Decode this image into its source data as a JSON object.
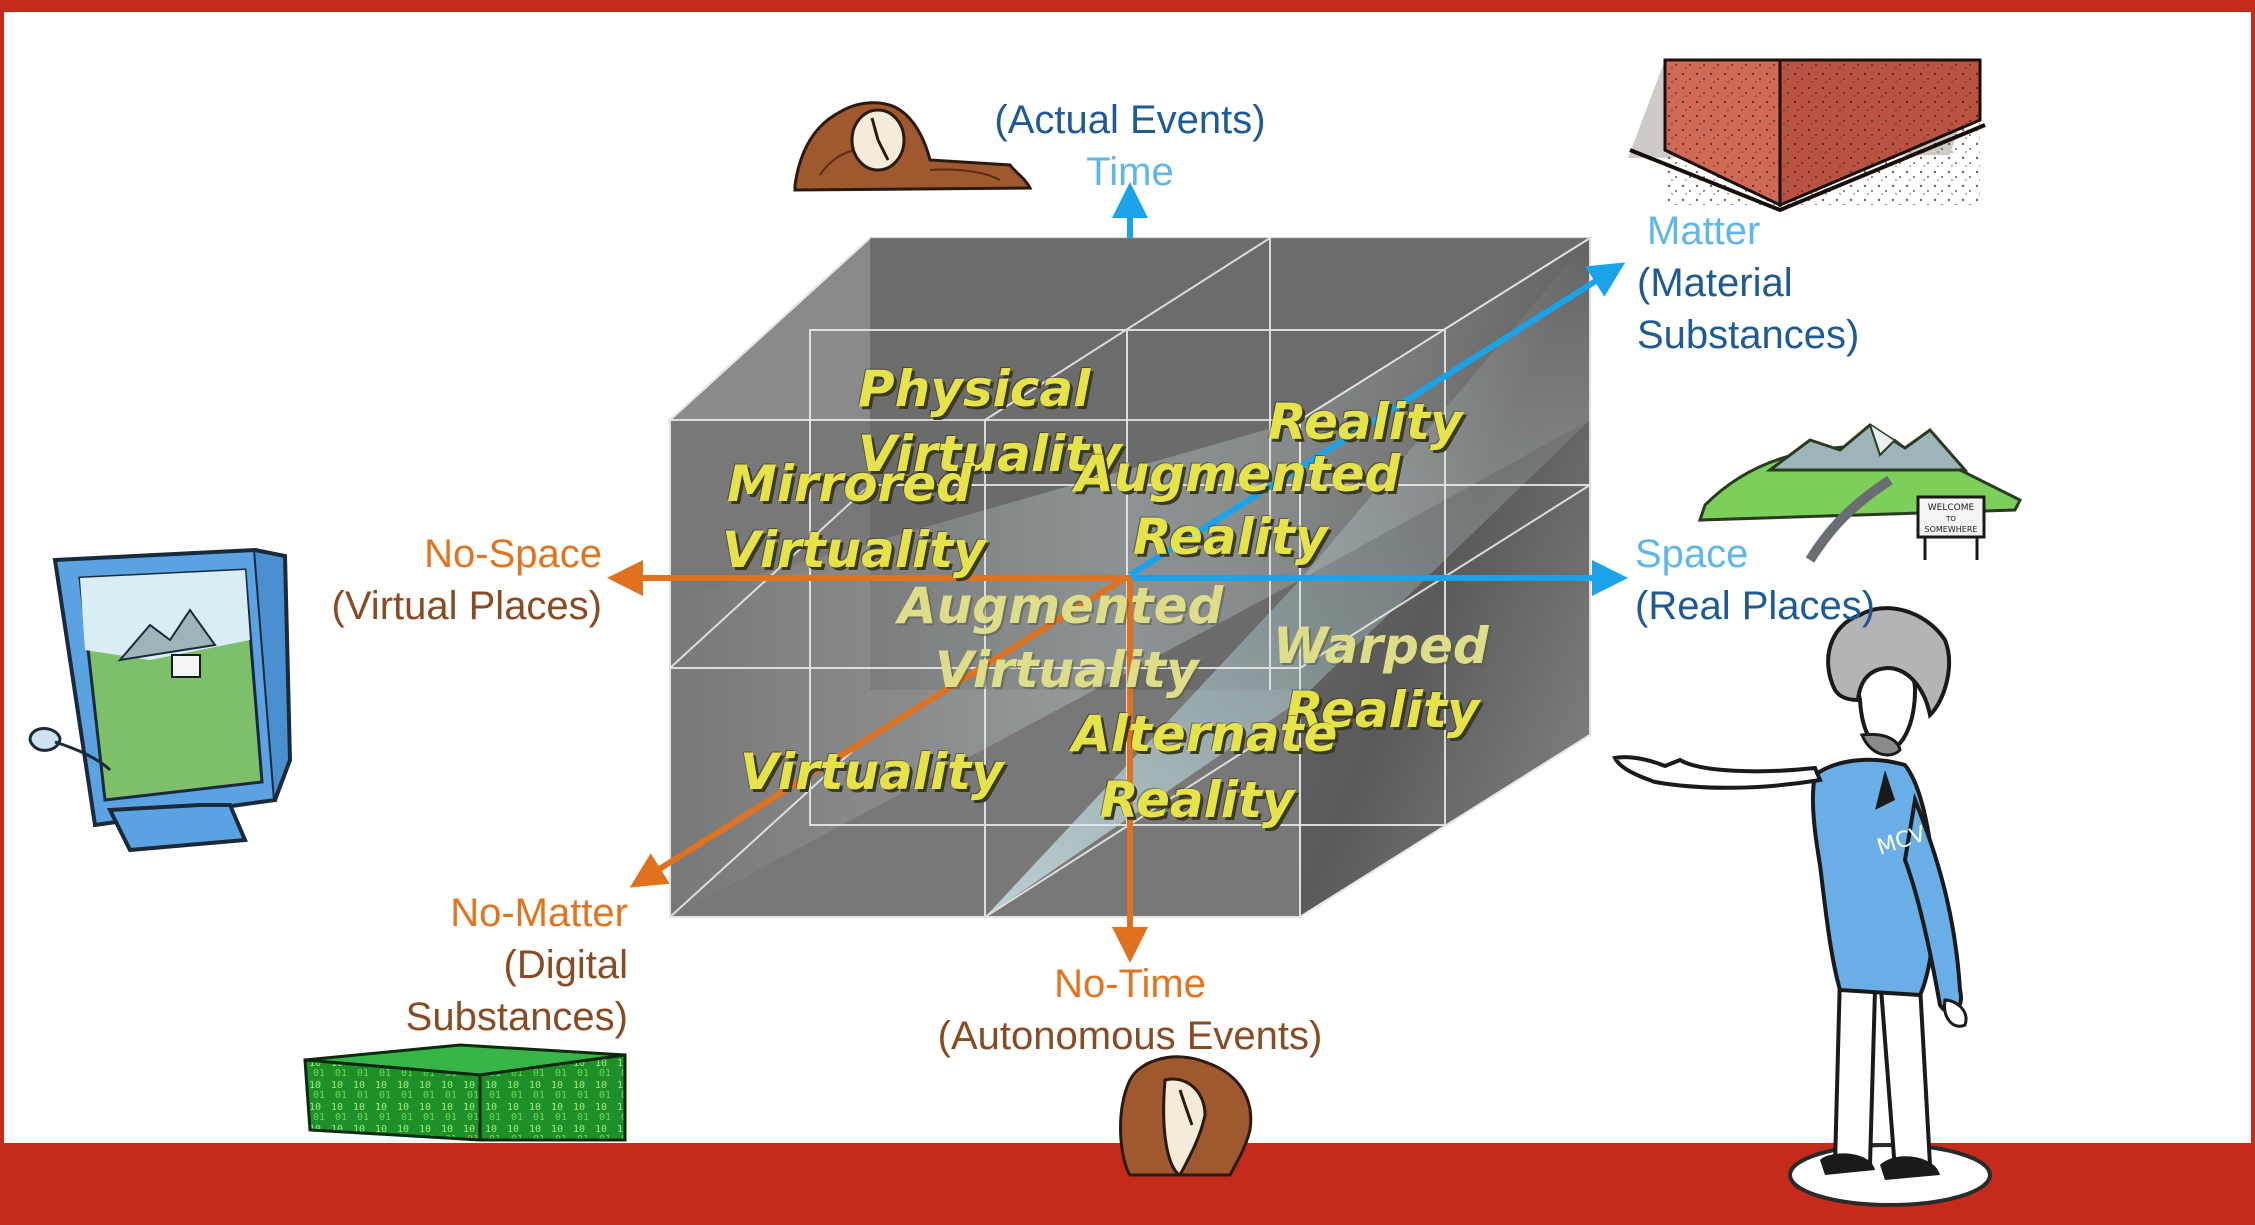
{
  "colors": {
    "frame": "#c42b1b",
    "region_text": "#e6e24a",
    "region_text_faint": "#dedd8a",
    "positive_axis": "#1aa3e8",
    "positive_name": "#5eb6ea",
    "positive_desc": "#1e5a96",
    "negative_axis": "#e0711e",
    "negative_name": "#e3741f",
    "negative_desc": "#8a4a22"
  },
  "axes": {
    "time": {
      "name": "Time",
      "desc": "(Actual Events)"
    },
    "matter": {
      "name": "Matter",
      "desc_line1": "(Material",
      "desc_line2": "Substances)"
    },
    "space": {
      "name": "Space",
      "desc": "(Real Places)"
    },
    "nospace": {
      "name": "No-Space",
      "desc": "(Virtual Places)"
    },
    "nomatter": {
      "name": "No-Matter",
      "desc_line1": "(Digital",
      "desc_line2": "Substances)"
    },
    "notime": {
      "name": "No-Time",
      "desc": "(Autonomous Events)"
    }
  },
  "regions": {
    "physical_virtuality": {
      "line1": "Physical",
      "line2": "Virtuality"
    },
    "reality": "Reality",
    "mirrored_virtuality": {
      "line1": "Mirrored",
      "line2": "Virtuality"
    },
    "augmented_reality": {
      "line1": "Augmented",
      "line2": "Reality"
    },
    "augmented_virtuality": {
      "line1": "Augmented",
      "line2": "Virtuality"
    },
    "warped_reality": {
      "line1": "Warped",
      "line2": "Reality"
    },
    "virtuality": "Virtuality",
    "alternate_reality": {
      "line1": "Alternate",
      "line2": "Reality"
    }
  },
  "illustrations": {
    "clock": "mantel-clock-icon",
    "brick": "brick-icon",
    "landscape": "landscape-signpost-icon",
    "monitor": "computer-monitor-icon",
    "digital_block": "binary-code-block-icon",
    "melting_clock": "melting-clock-icon",
    "presenter": "presenter-figure-icon"
  },
  "signpost_text": {
    "line1": "WELCOME",
    "line2": "TO",
    "line3": "SOMEWHERE"
  },
  "shirt_logo": "MCV"
}
